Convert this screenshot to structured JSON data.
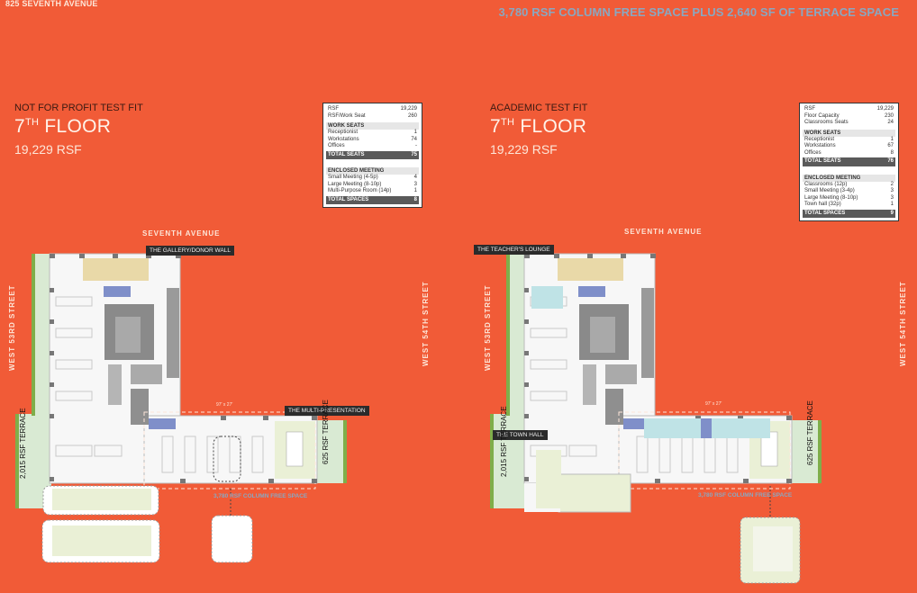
{
  "header": {
    "address": "825 SEVENTH AVENUE",
    "headline": "3,780 RSF COLUMN FREE SPACE PLUS 2,640 SF OF TERRACE SPACE"
  },
  "colors": {
    "background": "#f15b37",
    "headline": "#8aa7c0",
    "floor_plate": "#f7f7f7",
    "terrace": "#d9ead3",
    "core": "#8a8a8a",
    "meeting_room": "#e9d9a8",
    "phone_room": "#7f8fc9",
    "classroom": "#bfe3e6"
  },
  "left": {
    "fit": "NOT FOR PROFIT TEST FIT",
    "floor_num": "7",
    "floor_sup": "TH",
    "floor_word": " FLOOR",
    "rsf": "19,229 RSF",
    "table": {
      "top": [
        {
          "label": "RSF",
          "value": "19,229"
        },
        {
          "label": "RSF/Work Seat",
          "value": "260"
        }
      ],
      "work_header": "WORK SEATS",
      "work": [
        {
          "label": "Receptionist",
          "value": "1"
        },
        {
          "label": "Workstations",
          "value": "74"
        },
        {
          "label": "Offices",
          "value": "-"
        }
      ],
      "work_total": {
        "label": "TOTAL SEATS",
        "value": "75"
      },
      "meet_header": "ENCLOSED MEETING",
      "meet": [
        {
          "label": "Small Meeting (4-5p)",
          "value": "4"
        },
        {
          "label": "Large Meeting (8-10p)",
          "value": "3"
        },
        {
          "label": "Multi-Purpose Room (14p)",
          "value": "1"
        }
      ],
      "meet_total": {
        "label": "TOTAL SPACES",
        "value": "8"
      }
    },
    "plan": {
      "north_street": "SEVENTH AVENUE",
      "west_street": "WEST 53RD STREET",
      "east_street": "WEST 54TH STREET",
      "callout1": "THE GALLERY/DONOR WALL",
      "callout2": "THE MULTI-PRESENTATION",
      "dimension": "97' x 27'",
      "terrace_west": "2,015 RSF TERRACE",
      "terrace_east": "625 RSF TERRACE",
      "column_free": "3,780 RSF COLUMN FREE SPACE"
    }
  },
  "right": {
    "fit": "ACADEMIC TEST FIT",
    "floor_num": "7",
    "floor_sup": "TH",
    "floor_word": " FLOOR",
    "rsf": "19,229 RSF",
    "table": {
      "top": [
        {
          "label": "RSF",
          "value": "19,229"
        },
        {
          "label": "Floor Capacity",
          "value": "230"
        },
        {
          "label": "Classrooms Seats",
          "value": "24"
        }
      ],
      "work_header": "WORK SEATS",
      "work": [
        {
          "label": "Receptionist",
          "value": "1"
        },
        {
          "label": "Workstations",
          "value": "67"
        },
        {
          "label": "Offices",
          "value": "8"
        }
      ],
      "work_total": {
        "label": "TOTAL SEATS",
        "value": "76"
      },
      "meet_header": "ENCLOSED MEETING",
      "meet": [
        {
          "label": "Classrooms (12p)",
          "value": "2"
        },
        {
          "label": "Small Meeting (3-4p)",
          "value": "3"
        },
        {
          "label": "Large Meeting (8-10p)",
          "value": "3"
        },
        {
          "label": "Town hall (32p)",
          "value": "1"
        }
      ],
      "meet_total": {
        "label": "TOTAL SPACES",
        "value": "9"
      }
    },
    "plan": {
      "north_street": "SEVENTH AVENUE",
      "west_street": "WEST 53RD STREET",
      "east_street": "WEST 54TH STREET",
      "callout1": "THE TEACHER'S LOUNGE",
      "callout2": "THE TOWN HALL",
      "dimension": "97' x 27'",
      "terrace_west": "2,015 RSF TERRACE",
      "terrace_east": "625 RSF TERRACE",
      "column_free": "3,780 RSF COLUMN FREE SPACE"
    }
  }
}
